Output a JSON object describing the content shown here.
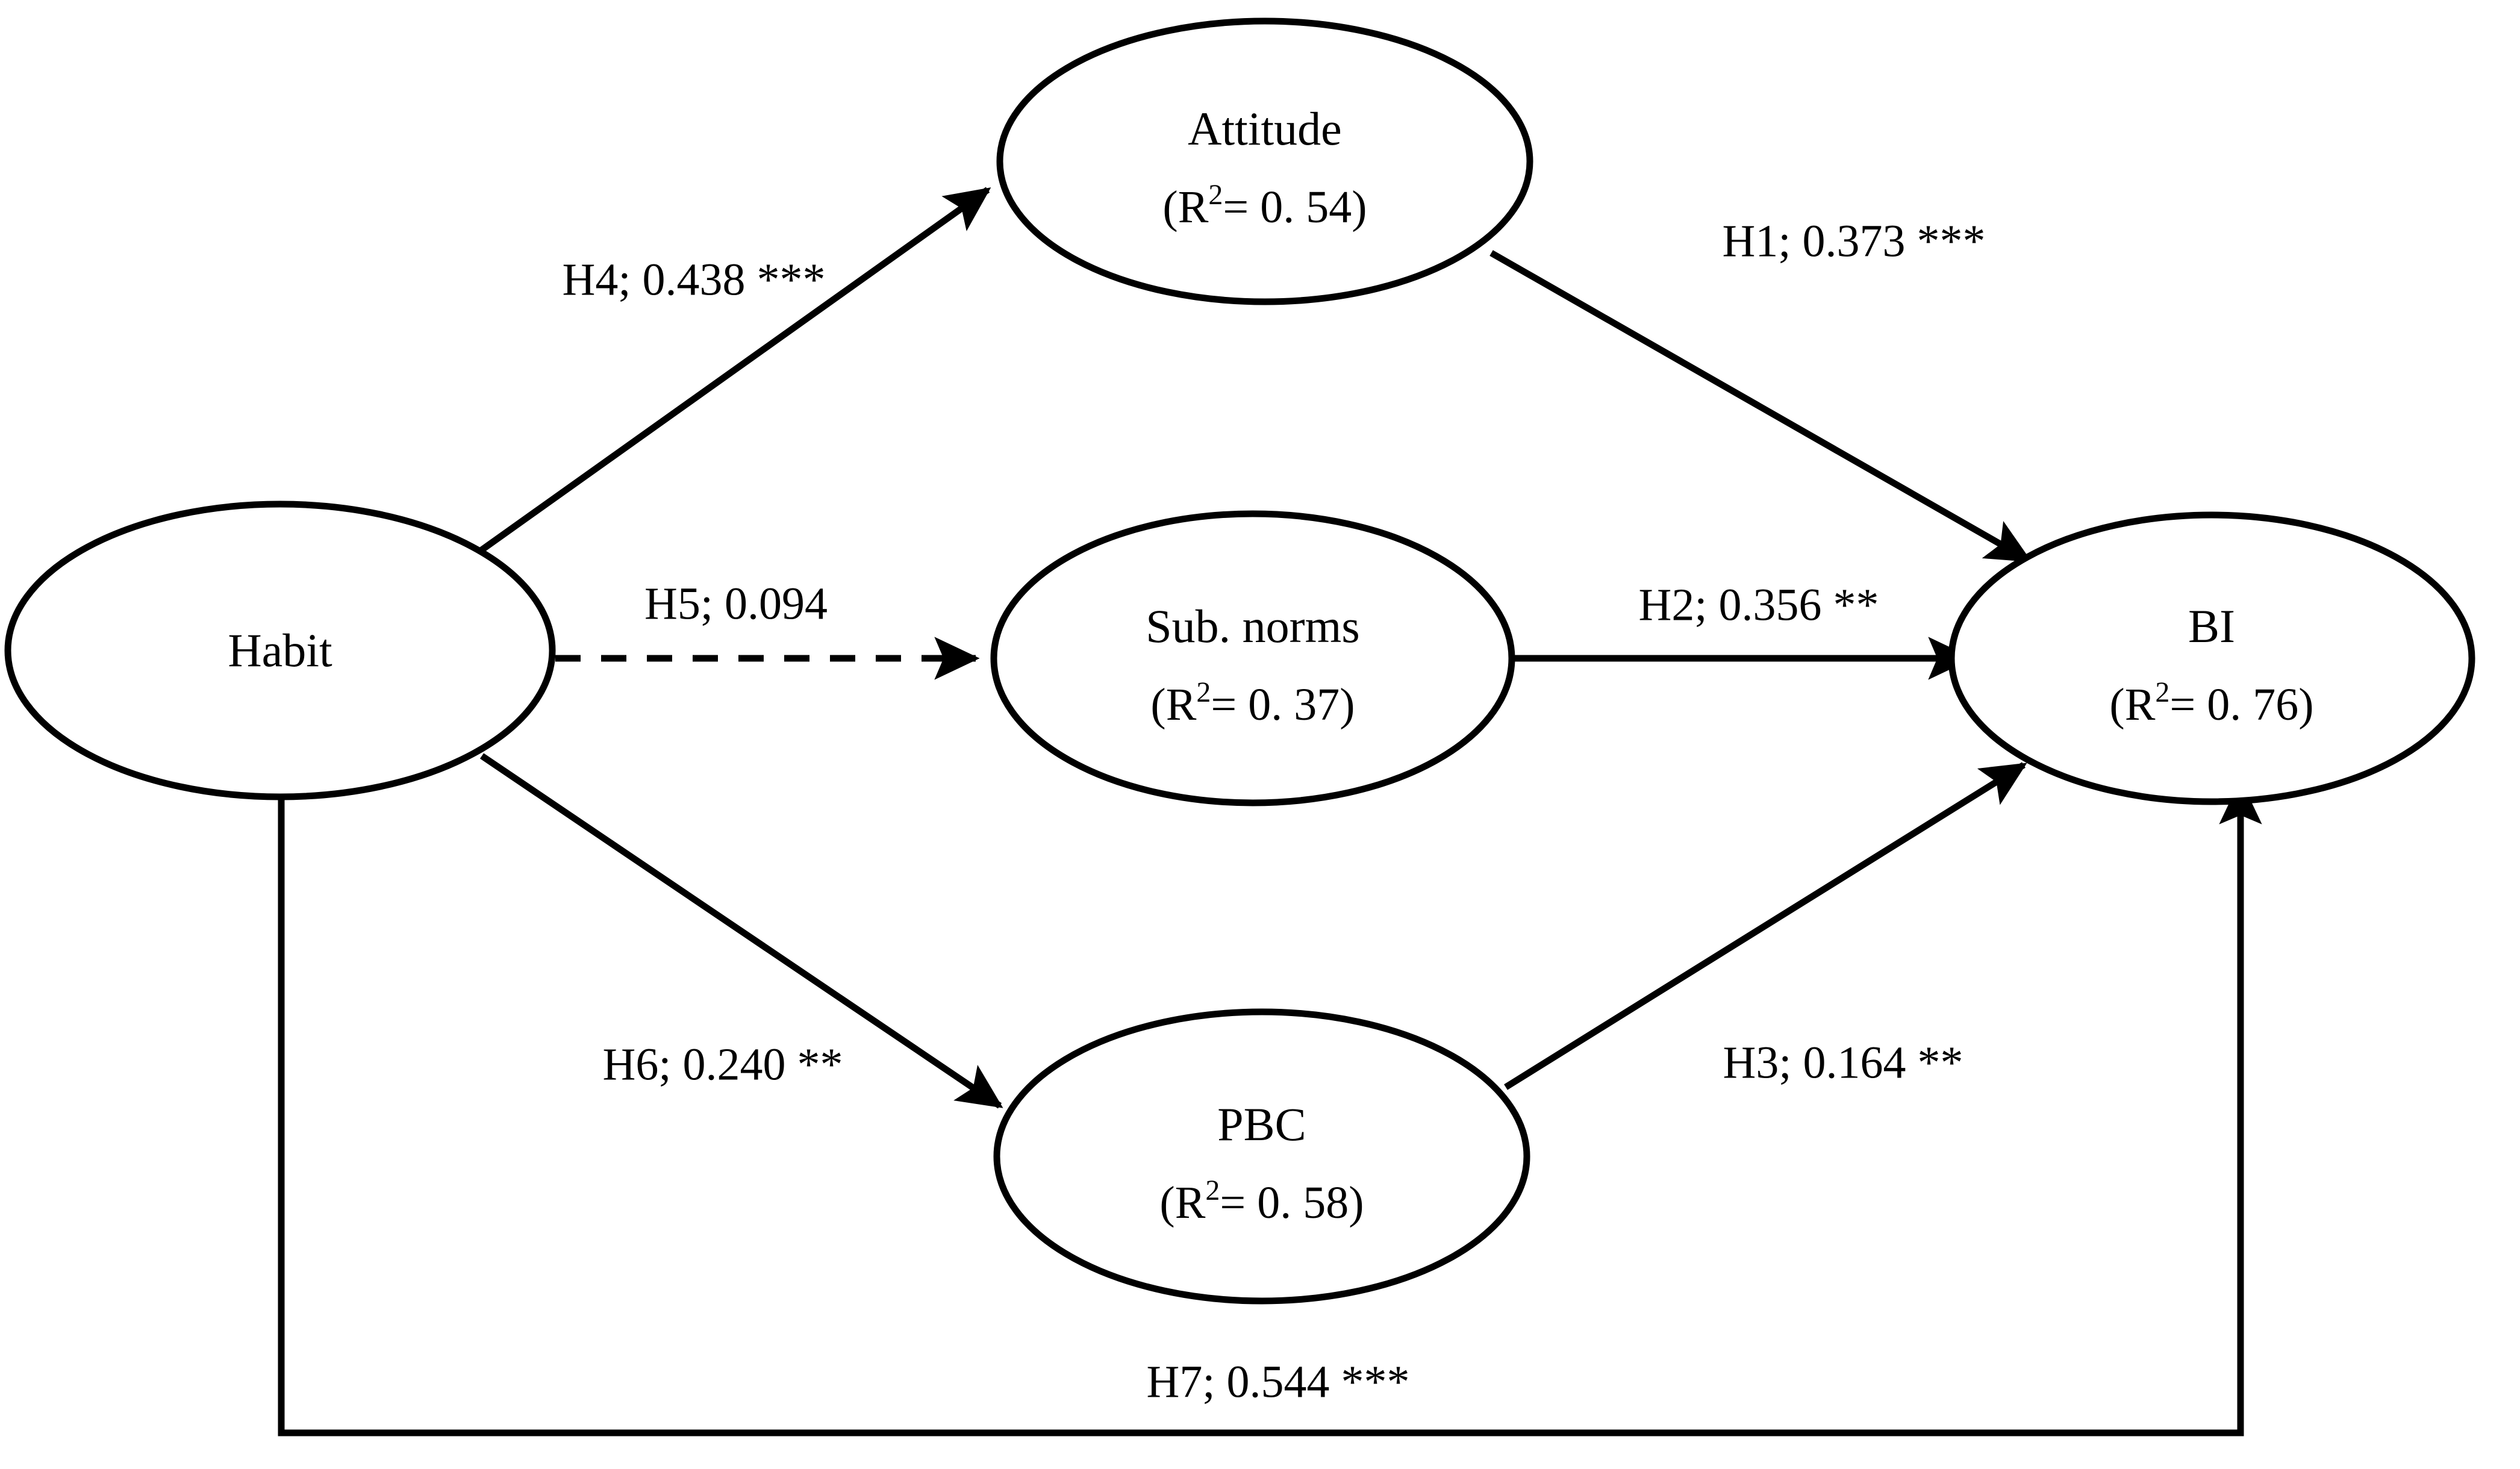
{
  "diagram": {
    "type": "structural-equation-model",
    "background_color": "#FFFFFF",
    "stroke_color": "#000000",
    "nodes": [
      {
        "id": "habit",
        "label": "Habit",
        "r2_text": "",
        "r2_value": null
      },
      {
        "id": "attitude",
        "label": "Attitude",
        "r2_text": "= 0. 54)",
        "r2_value": 0.54
      },
      {
        "id": "subnorms",
        "label": "Sub. norms",
        "r2_text": "= 0. 37)",
        "r2_value": 0.37
      },
      {
        "id": "pbc",
        "label": "PBC",
        "r2_text": "= 0. 58)",
        "r2_value": 0.58
      },
      {
        "id": "bi",
        "label": "BI",
        "r2_text": "= 0. 76)",
        "r2_value": 0.76
      }
    ],
    "r2_prefix": "(R",
    "r2_superscript": "2",
    "paths": [
      {
        "id": "h1",
        "label": "H1; 0.373 ***",
        "hypothesis": "H1",
        "coefficient": 0.373,
        "significance": "***",
        "from": "attitude",
        "to": "bi",
        "style": "solid"
      },
      {
        "id": "h2",
        "label": "H2; 0.356 **",
        "hypothesis": "H2",
        "coefficient": 0.356,
        "significance": "**",
        "from": "subnorms",
        "to": "bi",
        "style": "solid"
      },
      {
        "id": "h3",
        "label": "H3; 0.164 **",
        "hypothesis": "H3",
        "coefficient": 0.164,
        "significance": "**",
        "from": "pbc",
        "to": "bi",
        "style": "solid"
      },
      {
        "id": "h4",
        "label": "H4; 0.438 ***",
        "hypothesis": "H4",
        "coefficient": 0.438,
        "significance": "***",
        "from": "habit",
        "to": "attitude",
        "style": "solid"
      },
      {
        "id": "h5",
        "label": "H5; 0.094",
        "hypothesis": "H5",
        "coefficient": 0.094,
        "significance": "",
        "from": "habit",
        "to": "subnorms",
        "style": "dashed"
      },
      {
        "id": "h6",
        "label": "H6; 0.240 **",
        "hypothesis": "H6",
        "coefficient": 0.24,
        "significance": "**",
        "from": "habit",
        "to": "pbc",
        "style": "solid"
      },
      {
        "id": "h7",
        "label": "H7; 0.544 ***",
        "hypothesis": "H7",
        "coefficient": 0.544,
        "significance": "***",
        "from": "habit",
        "to": "bi",
        "style": "solid"
      }
    ]
  }
}
